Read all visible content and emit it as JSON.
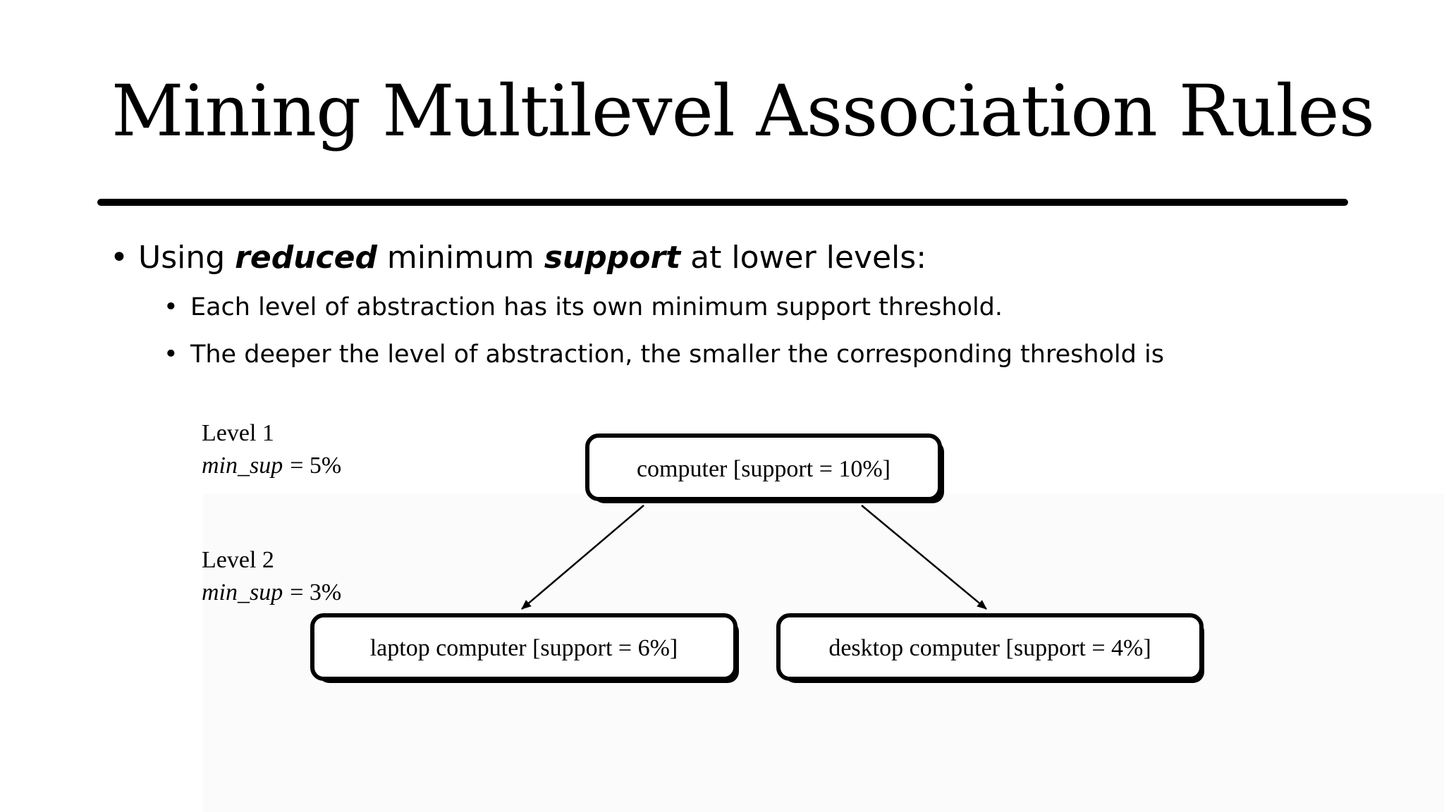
{
  "slide": {
    "title": "Mining Multilevel Association Rules",
    "bullet_main": {
      "prefix": "Using ",
      "em1": "reduced",
      "mid": " minimum ",
      "em2": "support",
      "suffix": " at lower levels:"
    },
    "sub_bullets": [
      "Each level of abstraction has its own minimum support threshold.",
      "The deeper the level of abstraction, the smaller the corresponding threshold is"
    ]
  },
  "diagram": {
    "levels": [
      {
        "name": "Level 1",
        "min_sup_label": "min_sup",
        "min_sup_value": "= 5%"
      },
      {
        "name": "Level 2",
        "min_sup_label": "min_sup",
        "min_sup_value": "= 3%"
      }
    ],
    "nodes": {
      "root": "computer [support = 10%]",
      "left": "laptop computer [support = 6%]",
      "right": "desktop computer [support = 4%]"
    }
  }
}
